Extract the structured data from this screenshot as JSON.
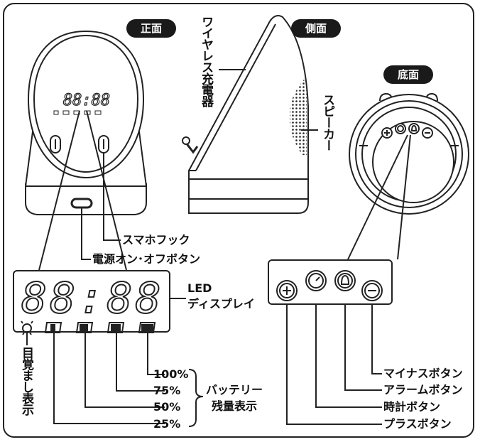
{
  "views": {
    "front": "正面",
    "side": "側面",
    "bottom": "底面"
  },
  "clock_digits": "88:88",
  "labels": {
    "wireless_charger": "ワイヤレス充電器",
    "speaker": "スピーカー",
    "phone_hook": "スマホフック",
    "power_button": "電源オン･オフボタン",
    "led_display_1": "LED",
    "led_display_2": "ディスプレイ",
    "alarm_indicator": "目覚まし表示",
    "battery_100": "100%",
    "battery_75": "75%",
    "battery_50": "50%",
    "battery_25": "25%",
    "battery_level_1": "バッテリー",
    "battery_level_2": "残量表示",
    "minus_button": "マイナスボタン",
    "alarm_button": "アラームボタン",
    "clock_button": "時計ボタン",
    "plus_button": "プラスボタン"
  },
  "colors": {
    "ink": "#1a1a1a",
    "paper": "#ffffff"
  },
  "icons": [
    "plus-icon",
    "clock-icon",
    "bell-icon",
    "minus-icon",
    "alarm-icon",
    "battery-icon"
  ]
}
